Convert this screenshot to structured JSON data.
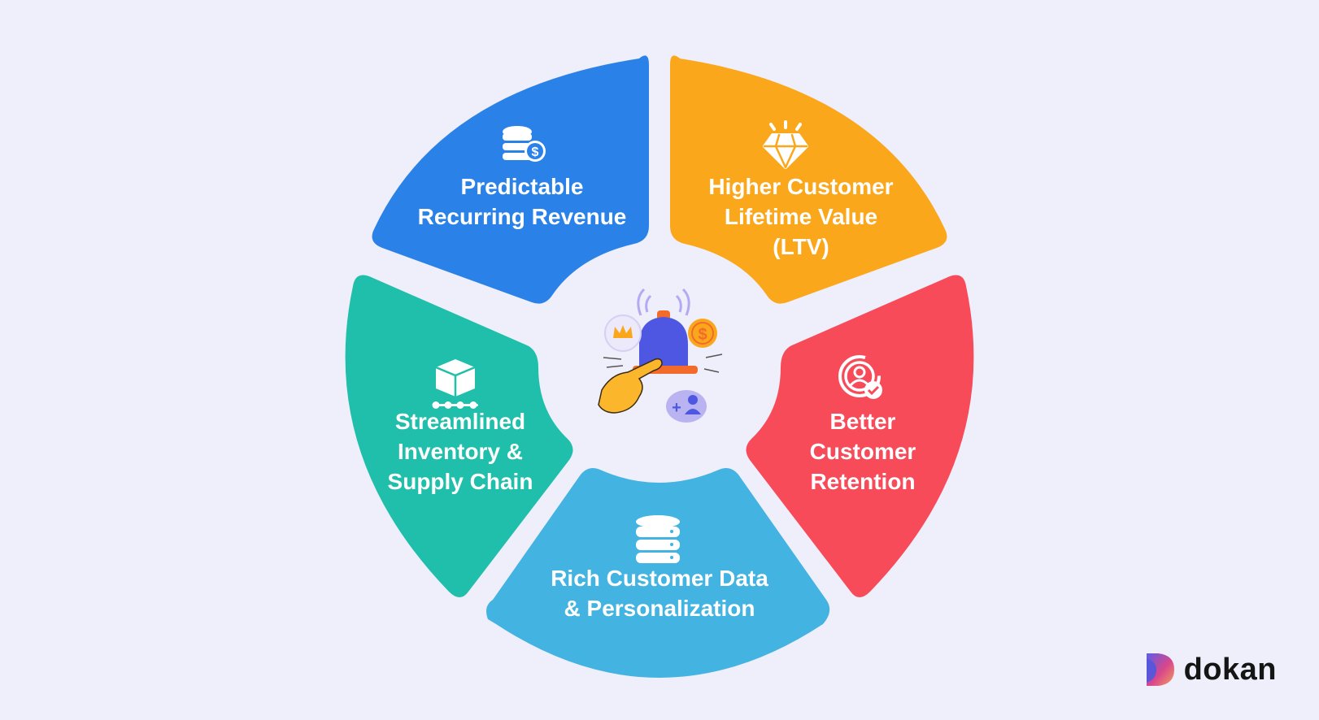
{
  "segments": [
    {
      "id": "revenue",
      "lines": [
        "Predictable",
        "Recurring Revenue"
      ],
      "color": "#2a82e8",
      "icon": "coins-dollar-icon"
    },
    {
      "id": "ltv",
      "lines": [
        "Higher Customer",
        "Lifetime Value",
        "(LTV)"
      ],
      "color": "#fba71b",
      "icon": "diamond-icon"
    },
    {
      "id": "retention",
      "lines": [
        "Better",
        "Customer",
        "Retention"
      ],
      "color": "#f74b5a",
      "icon": "customer-retention-icon"
    },
    {
      "id": "data",
      "lines": [
        "Rich Customer Data",
        "& Personalization"
      ],
      "color": "#43b3e1",
      "icon": "database-icon"
    },
    {
      "id": "inventory",
      "lines": [
        "Streamlined",
        "Inventory &",
        "Supply Chain"
      ],
      "color": "#1fbfab",
      "icon": "box-supply-chain-icon"
    }
  ],
  "center_icon": "notification-bell-icon",
  "brand": {
    "name": "dokan"
  }
}
